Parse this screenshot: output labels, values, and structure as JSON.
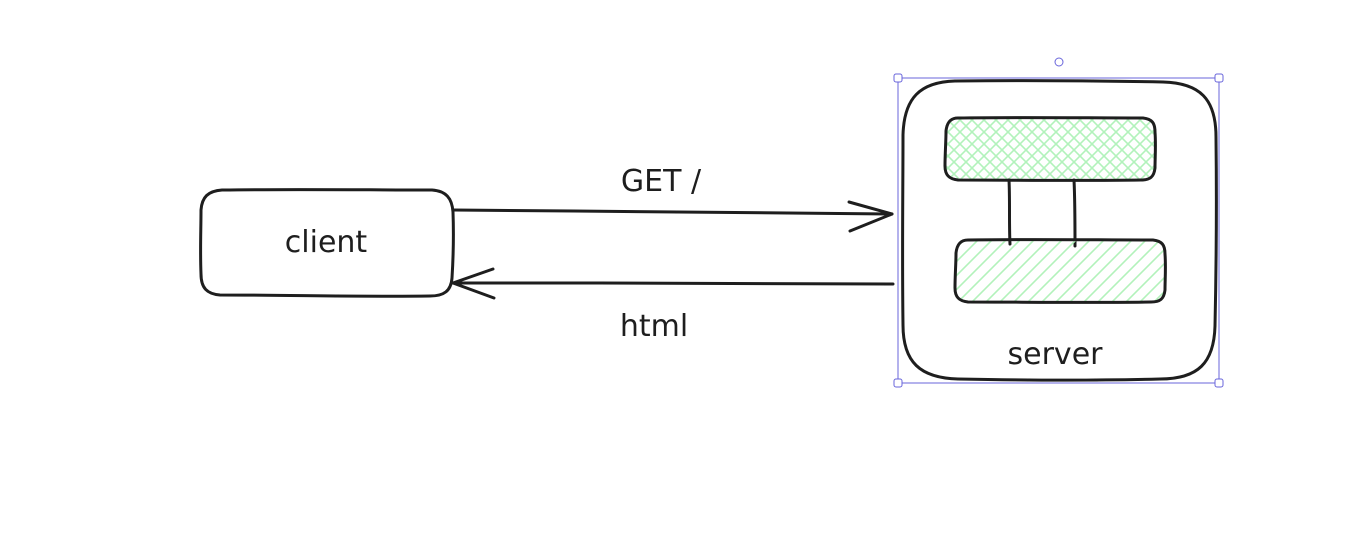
{
  "nodes": {
    "client": {
      "label": "client"
    },
    "server": {
      "label": "server"
    }
  },
  "edges": {
    "request": {
      "label": "GET /"
    },
    "response": {
      "label": "html"
    }
  },
  "colors": {
    "stroke": "#1e1e1e",
    "fill_hatch": "#b2f2bb",
    "selection": "#6965db",
    "background": "#ffffff"
  }
}
